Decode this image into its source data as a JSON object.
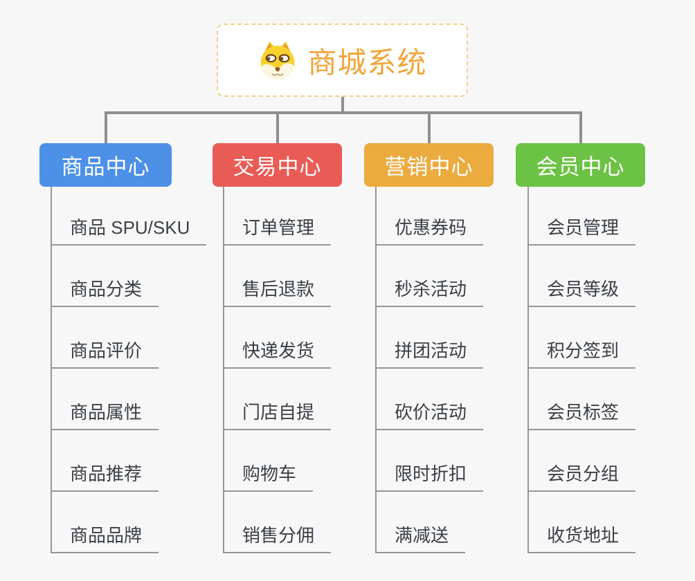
{
  "page": {
    "background_color": "#f7f7f7",
    "connector_color": "#8f8f8f"
  },
  "root": {
    "title": "商城系统",
    "icon": "doge-icon",
    "text_color": "#f0a63b",
    "border_color": "#f6cd8d",
    "fill_color": "#ffffff"
  },
  "branches": [
    {
      "label": "商品中心",
      "color": "#4d90e8",
      "items": [
        "商品 SPU/SKU",
        "商品分类",
        "商品评价",
        "商品属性",
        "商品推荐",
        "商品品牌"
      ]
    },
    {
      "label": "交易中心",
      "color": "#e85c55",
      "items": [
        "订单管理",
        "售后退款",
        "快递发货",
        "门店自提",
        "购物车",
        "销售分佣"
      ]
    },
    {
      "label": "营销中心",
      "color": "#ebab3f",
      "items": [
        "优惠券码",
        "秒杀活动",
        "拼团活动",
        "砍价活动",
        "限时折扣",
        "满减送"
      ]
    },
    {
      "label": "会员中心",
      "color": "#6cc244",
      "items": [
        "会员管理",
        "会员等级",
        "积分签到",
        "会员标签",
        "会员分组",
        "收货地址"
      ]
    }
  ]
}
